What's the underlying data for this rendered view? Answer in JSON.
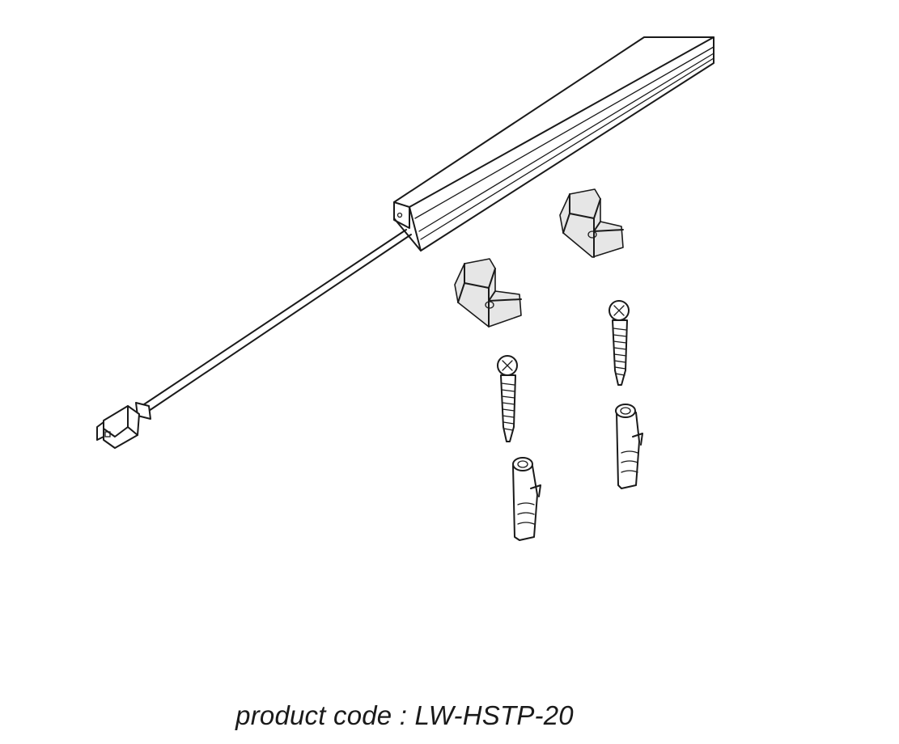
{
  "caption": "product code : LW-HSTP-20",
  "parts": {
    "profile": "aluminium-profile",
    "cable": "power-cable",
    "connector": "cable-connector",
    "clips": 2,
    "screws": 2,
    "wall_plugs": 2
  }
}
